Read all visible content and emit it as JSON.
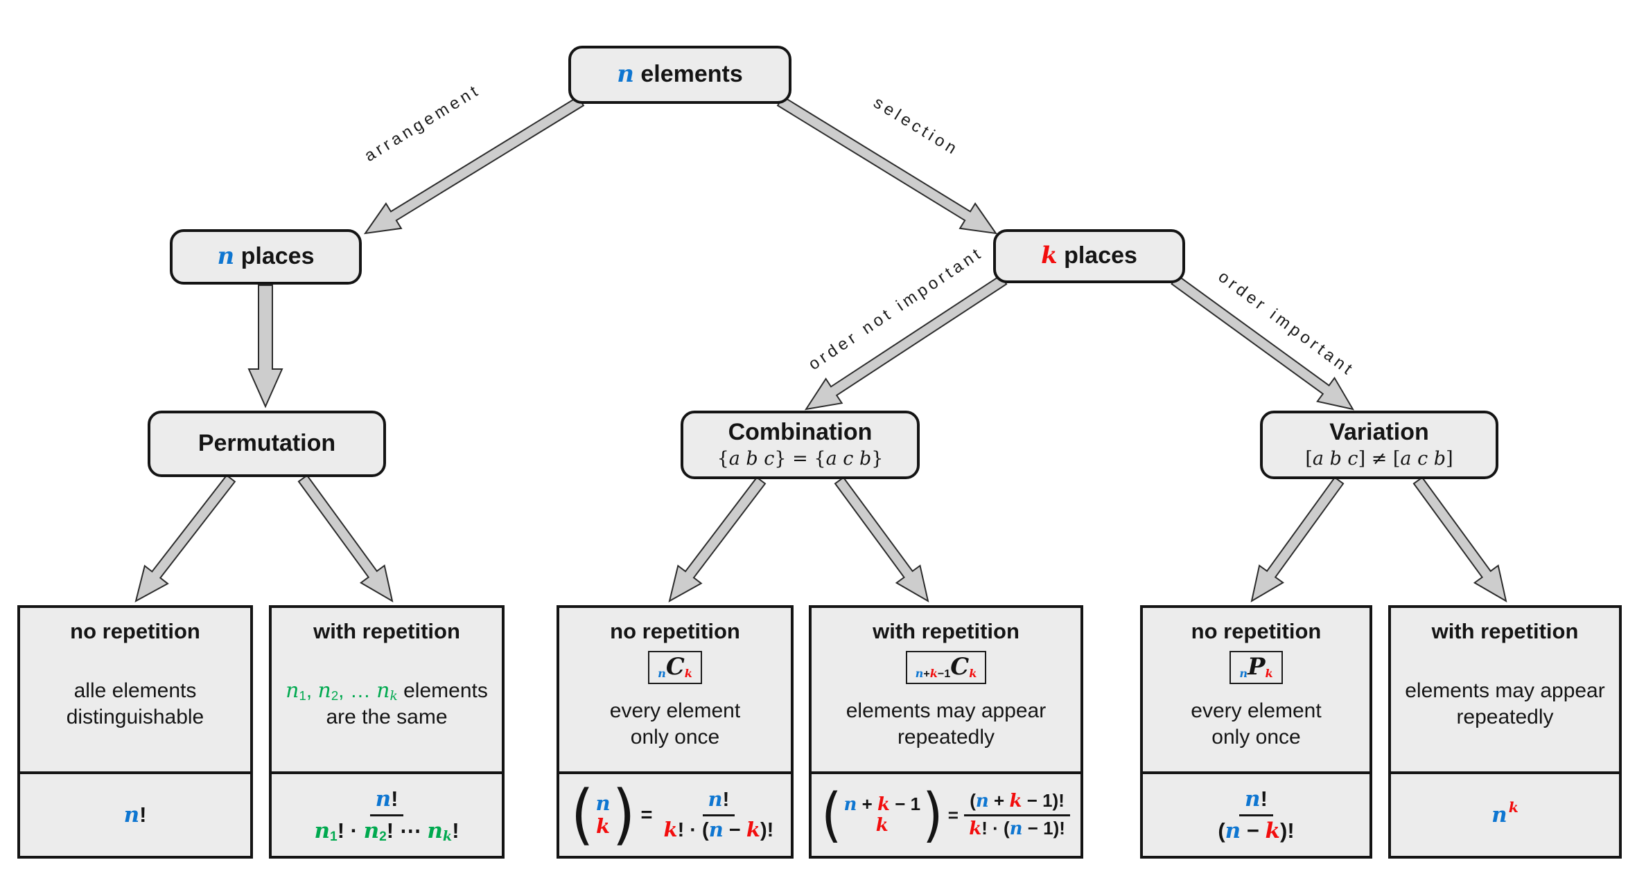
{
  "colors": {
    "blue": "#0e76d1",
    "red": "#f20d0d",
    "green": "#00a94f",
    "ink": "#141414"
  },
  "nodes": {
    "root": {
      "title": [
        {
          "t": "n",
          "c": "blue",
          "v": true
        },
        {
          "t": " elements"
        }
      ]
    },
    "nplaces": {
      "title": [
        {
          "t": "n",
          "c": "blue",
          "v": true
        },
        {
          "t": " places"
        }
      ]
    },
    "kplaces": {
      "title": [
        {
          "t": "k",
          "c": "red",
          "v": true
        },
        {
          "t": " places"
        }
      ]
    },
    "permutation": {
      "title": [
        {
          "t": "Permutation"
        }
      ]
    },
    "combination": {
      "title": [
        {
          "t": "Combination"
        }
      ],
      "subtitle": [
        {
          "t": "{"
        },
        {
          "t": "a b c",
          "v": true
        },
        {
          "t": "} = {"
        },
        {
          "t": "a c b",
          "v": true
        },
        {
          "t": "}"
        }
      ]
    },
    "variation": {
      "title": [
        {
          "t": "Variation"
        }
      ],
      "subtitle": [
        {
          "t": "["
        },
        {
          "t": "a b c",
          "v": true
        },
        {
          "t": "] ≠ ["
        },
        {
          "t": "a c b",
          "v": true
        },
        {
          "t": "]"
        }
      ]
    }
  },
  "edges": [
    {
      "label": "arrangement"
    },
    {
      "label": "selection"
    },
    {
      "label": "order not important"
    },
    {
      "label": "order important"
    }
  ],
  "leaves": [
    {
      "title": "no repetition",
      "desc": [
        [
          {
            "t": "alle elements"
          }
        ],
        [
          {
            "t": "distinguishable"
          }
        ]
      ],
      "formula": [
        {
          "t": "n",
          "c": "blue",
          "v": true
        },
        {
          "t": "!"
        }
      ]
    },
    {
      "title": "with repetition",
      "desc": [
        [
          {
            "t": "n",
            "c": "green",
            "v": true
          },
          {
            "t": "1",
            "c": "green",
            "sub": true
          },
          {
            "t": ", ",
            "c": "green"
          },
          {
            "t": "n",
            "c": "green",
            "v": true
          },
          {
            "t": "2",
            "c": "green",
            "sub": true
          },
          {
            "t": ", … ",
            "c": "green"
          },
          {
            "t": "n",
            "c": "green",
            "v": true
          },
          {
            "t": "k",
            "c": "green",
            "v": true,
            "sub": true
          },
          {
            "t": " elements"
          }
        ],
        [
          {
            "t": "are the same"
          }
        ]
      ],
      "formula": [
        {
          "frac": {
            "n": [
              {
                "t": "n",
                "c": "blue",
                "v": true
              },
              {
                "t": "!"
              }
            ],
            "d": [
              {
                "t": "n",
                "c": "green",
                "v": true
              },
              {
                "t": "1",
                "c": "green",
                "sub": true
              },
              {
                "t": "! · "
              },
              {
                "t": "n",
                "c": "green",
                "v": true
              },
              {
                "t": "2",
                "c": "green",
                "sub": true
              },
              {
                "t": "! ⋯ "
              },
              {
                "t": "n",
                "c": "green",
                "v": true
              },
              {
                "t": "k",
                "c": "green",
                "v": true,
                "sub": true
              },
              {
                "t": "!"
              }
            ]
          }
        }
      ]
    },
    {
      "title": "no repetition",
      "badge": [
        {
          "t": "n",
          "c": "blue",
          "v": true,
          "sub": true
        },
        {
          "t": "C",
          "v": true,
          "big": true
        },
        {
          "t": "k",
          "c": "red",
          "v": true,
          "sub": true
        }
      ],
      "desc": [
        [
          {
            "t": "every element"
          }
        ],
        [
          {
            "t": "only once"
          }
        ]
      ],
      "formula": [
        {
          "binom": {
            "t": [
              {
                "t": "n",
                "c": "blue",
                "v": true
              }
            ],
            "b": [
              {
                "t": "k",
                "c": "red",
                "v": true
              }
            ]
          }
        },
        {
          "t": " = "
        },
        {
          "frac": {
            "n": [
              {
                "t": "n",
                "c": "blue",
                "v": true
              },
              {
                "t": "!"
              }
            ],
            "d": [
              {
                "t": "k",
                "c": "red",
                "v": true
              },
              {
                "t": "! · ("
              },
              {
                "t": "n",
                "c": "blue",
                "v": true
              },
              {
                "t": " − "
              },
              {
                "t": "k",
                "c": "red",
                "v": true
              },
              {
                "t": ")!"
              }
            ]
          }
        }
      ]
    },
    {
      "title": "with repetition",
      "badge": [
        {
          "t": "n",
          "c": "blue",
          "v": true,
          "sub": true
        },
        {
          "t": "+",
          "sub": true
        },
        {
          "t": "k",
          "c": "red",
          "v": true,
          "sub": true
        },
        {
          "t": "−1",
          "sub": true
        },
        {
          "t": "C",
          "v": true,
          "big": true
        },
        {
          "t": "k",
          "c": "red",
          "v": true,
          "sub": true
        }
      ],
      "desc": [
        [
          {
            "t": "elements may appear"
          }
        ],
        [
          {
            "t": "repeatedly"
          }
        ]
      ],
      "formula": [
        {
          "binom": {
            "t": [
              {
                "t": "n",
                "c": "blue",
                "v": true
              },
              {
                "t": " + "
              },
              {
                "t": "k",
                "c": "red",
                "v": true
              },
              {
                "t": " − 1"
              }
            ],
            "b": [
              {
                "t": "k",
                "c": "red",
                "v": true
              }
            ]
          }
        },
        {
          "t": " = "
        },
        {
          "frac": {
            "n": [
              {
                "t": "("
              },
              {
                "t": "n",
                "c": "blue",
                "v": true
              },
              {
                "t": " + "
              },
              {
                "t": "k",
                "c": "red",
                "v": true
              },
              {
                "t": " − 1)!"
              }
            ],
            "d": [
              {
                "t": "k",
                "c": "red",
                "v": true
              },
              {
                "t": "! · ("
              },
              {
                "t": "n",
                "c": "blue",
                "v": true
              },
              {
                "t": " − 1)!"
              }
            ]
          }
        }
      ]
    },
    {
      "title": "no repetition",
      "badge": [
        {
          "t": "n",
          "c": "blue",
          "v": true,
          "sub": true
        },
        {
          "t": "P",
          "v": true,
          "big": true
        },
        {
          "t": "k",
          "c": "red",
          "v": true,
          "sub": true
        }
      ],
      "desc": [
        [
          {
            "t": "every element"
          }
        ],
        [
          {
            "t": "only once"
          }
        ]
      ],
      "formula": [
        {
          "frac": {
            "n": [
              {
                "t": "n",
                "c": "blue",
                "v": true
              },
              {
                "t": "!"
              }
            ],
            "d": [
              {
                "t": "("
              },
              {
                "t": "n",
                "c": "blue",
                "v": true
              },
              {
                "t": " − "
              },
              {
                "t": "k",
                "c": "red",
                "v": true
              },
              {
                "t": ")!"
              }
            ]
          }
        }
      ]
    },
    {
      "title": "with repetition",
      "desc": [
        [
          {
            "t": "elements may appear"
          }
        ],
        [
          {
            "t": "repeatedly"
          }
        ]
      ],
      "formula": [
        {
          "t": "n",
          "c": "blue",
          "v": true
        },
        {
          "t": "k",
          "c": "red",
          "v": true,
          "sup": true
        }
      ]
    }
  ]
}
